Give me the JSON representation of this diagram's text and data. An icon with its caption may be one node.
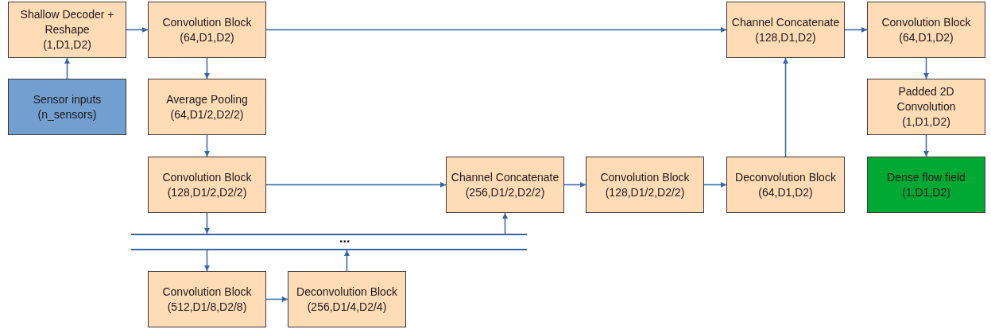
{
  "diagram": {
    "nodes": [
      {
        "text": [
          "Shallow Decoder + Reshape",
          "(1,D1,D2)"
        ]
      },
      {
        "text": [
          "Sensor inputs",
          "(n_sensors)"
        ]
      },
      {
        "text": [
          "Convolution Block",
          "(64,D1,D2)"
        ]
      },
      {
        "text": [
          "Channel Concatenate",
          "(128,D1,D2)"
        ]
      },
      {
        "text": [
          "Convolution Block",
          "(64,D1,D2)"
        ]
      },
      {
        "text": [
          "Average Pooling",
          "(64,D1/2,D2/2)"
        ]
      },
      {
        "text": [
          "Padded 2D Convolution",
          "(1,D1,D2)"
        ]
      },
      {
        "text": [
          "Convolution Block",
          "(128,D1/2,D2/2)"
        ]
      },
      {
        "text": [
          "Channel Concatenate",
          "(256,D1/2,D2/2)"
        ]
      },
      {
        "text": [
          "Convolution Block",
          "(128,D1/2,D2/2)"
        ]
      },
      {
        "text": [
          "Deconvolution Block",
          "(64,D1,D2)"
        ]
      },
      {
        "text": [
          "Dense flow field",
          "(1,D1,D2)"
        ]
      },
      {
        "text": [],
        "shape": "bar"
      },
      {
        "text": [],
        "shape": "bar"
      },
      {
        "text": [
          "Convolution Block",
          "(512,D1/8,D2/8)"
        ]
      },
      {
        "text": [
          "Deconvolution Block",
          "(256,D1/4,D2/4)"
        ]
      }
    ],
    "edges": [
      {
        "from": 1,
        "to": 0,
        "arrow": "to"
      },
      {
        "from": 0,
        "to": 2,
        "arrow": "to"
      },
      {
        "from": 2,
        "to": 3,
        "arrow": "to"
      },
      {
        "from": 3,
        "to": 4,
        "arrow": "to"
      },
      {
        "from": 2,
        "to": 5,
        "arrow": "to"
      },
      {
        "from": 5,
        "to": 7,
        "arrow": "to"
      },
      {
        "from": 7,
        "to": 8,
        "arrow": "to"
      },
      {
        "from": 7,
        "to": 12,
        "arrow": "to"
      },
      {
        "from": 12,
        "to": 8,
        "arrow": "to"
      },
      {
        "from": 8,
        "to": 9,
        "arrow": "to"
      },
      {
        "from": 9,
        "to": 10,
        "arrow": "to"
      },
      {
        "from": 10,
        "to": 3,
        "arrow": "to"
      },
      {
        "from": 4,
        "to": 6,
        "arrow": "to"
      },
      {
        "from": 6,
        "to": 11,
        "arrow": "to"
      },
      {
        "from": 13,
        "to": 14,
        "arrow": "to"
      },
      {
        "from": 14,
        "to": 15,
        "arrow": "to"
      },
      {
        "from": 15,
        "to": 13,
        "arrow": "to"
      }
    ],
    "labels": [
      "..."
    ]
  }
}
